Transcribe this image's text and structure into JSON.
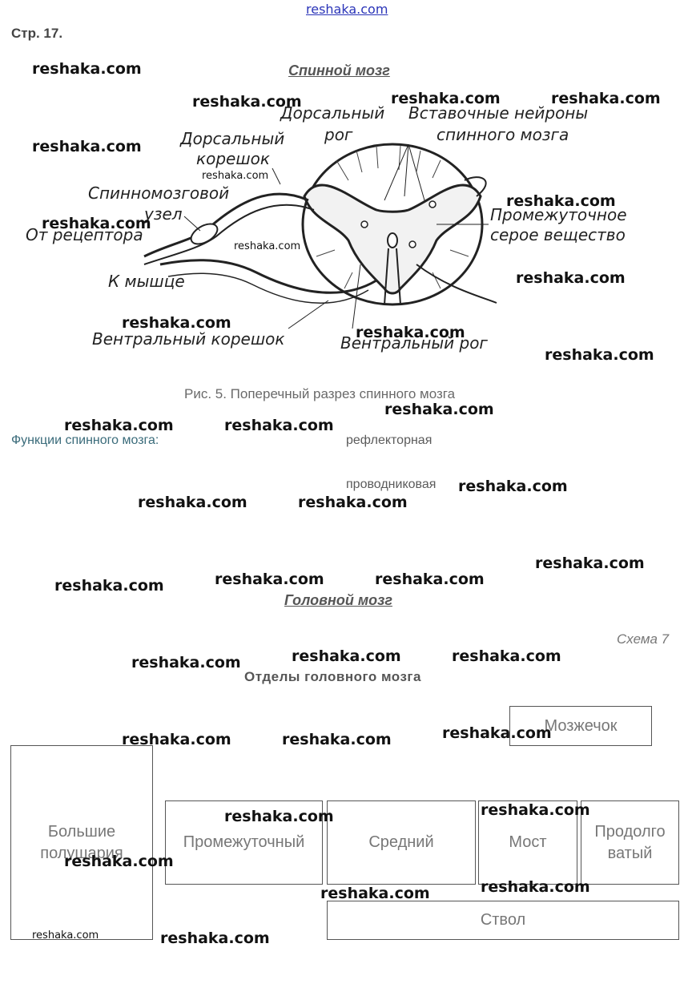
{
  "top_link": "reshaka.com",
  "page_label": "Стр. 17.",
  "spinal_title": "Спинной мозг",
  "diagram": {
    "labels": {
      "dorsal_horn": [
        "Дорсальный",
        "рог"
      ],
      "interneurons": [
        "Вставочные нейроны",
        "спинного мозга"
      ],
      "dorsal_root": [
        "Дорсальный",
        "корешок"
      ],
      "spinal_ganglion": [
        "Спинномозговой",
        "узел"
      ],
      "from_receptor": "От рецептора",
      "to_muscle": "К мышце",
      "intermediate_gray": [
        "Промежуточное",
        "серое вещество"
      ],
      "ventral_root": "Вентральный корешок",
      "ventral_horn": "Вентральный рог"
    },
    "caption": "Рис. 5. Поперечный разрез спинного мозга"
  },
  "functions": {
    "label": "Функции спинного мозга:",
    "items": [
      "рефлекторная",
      "проводниковая"
    ]
  },
  "brain_title": "Головной мозг",
  "schema": {
    "label": "Схема 7",
    "title": "Отделы головного мозга",
    "boxes": {
      "cerebellum": "Мозжечок",
      "hemispheres": "Большие полушария",
      "diencephalon": "Промежуточный",
      "midbrain": "Средний",
      "pons": "Мост",
      "medulla": "Продолговатый",
      "brainstem": "Ствол"
    }
  },
  "watermark": "reshaka.com"
}
